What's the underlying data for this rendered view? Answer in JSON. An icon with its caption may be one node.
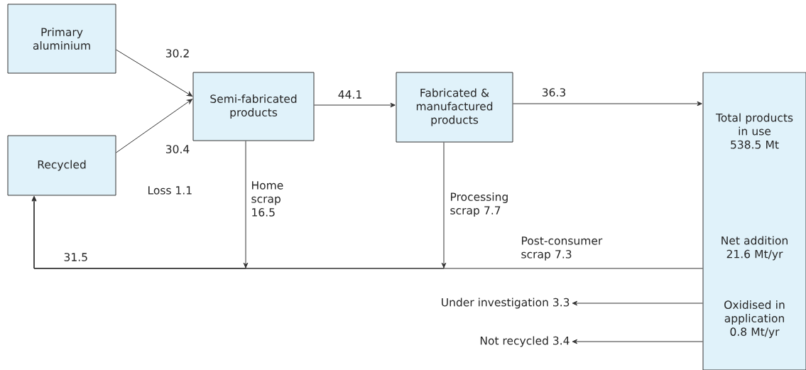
{
  "diagram": {
    "nodes": [
      {
        "text": [
          "Primary aluminium"
        ]
      },
      {
        "text": [
          "Recycled"
        ]
      },
      {
        "text": [
          "Semi-fabricated products"
        ]
      },
      {
        "text": [
          "Fabricated & manufactured products"
        ]
      },
      {
        "text": [
          "Total products in use 538.5 Mt",
          "Net addition 21.6 Mt/yr",
          "Oxidised in application 0.8 Mt/yr"
        ]
      },
      {
        "text": [
          "Under investigation 3.3"
        ]
      },
      {
        "text": [
          "Not recycled 3.4"
        ]
      }
    ],
    "edges": [
      {
        "from": 0,
        "to": 2,
        "arrow": "to",
        "label": "30.2"
      },
      {
        "from": 1,
        "to": 2,
        "arrow": "to",
        "label": "30.4"
      },
      {
        "from": 2,
        "to": 3,
        "arrow": "to",
        "label": "44.1"
      },
      {
        "from": 3,
        "to": 4,
        "arrow": "to",
        "label": "36.3"
      },
      {
        "from": 2,
        "to": 1,
        "arrow": "to",
        "label": "Home scrap 16.5"
      },
      {
        "from": 3,
        "to": 1,
        "arrow": "to",
        "label": "Processing scrap 7.7"
      },
      {
        "from": 4,
        "to": 1,
        "arrow": "to",
        "label": "Post-consumer scrap 7.3"
      },
      {
        "from": 4,
        "to": 5,
        "arrow": "to"
      },
      {
        "from": 4,
        "to": 6,
        "arrow": "to"
      }
    ],
    "labels": [
      "Loss 1.1",
      "31.5"
    ]
  }
}
